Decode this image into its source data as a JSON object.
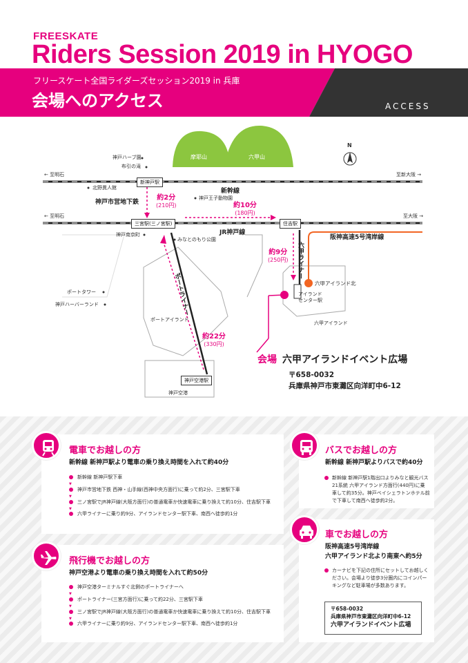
{
  "header": {
    "brand": "FREESKATE",
    "title": "Riders Session 2019 in HYOGO",
    "subtitle": "フリースケート全国ライダーズセッション2019 in 兵庫",
    "heading": "会場へのアクセス",
    "access_label": "ACCESS",
    "colors": {
      "accent": "#e6007e",
      "dark": "#333333"
    }
  },
  "map": {
    "mountains": [
      "摩耶山",
      "六甲山"
    ],
    "north": "N",
    "lines": {
      "to_akashi_1": "← 至明石",
      "to_shinosaka": "至新大阪 →",
      "to_akashi_2": "← 至明石",
      "to_osaka": "至大阪 →",
      "shinkansen": "新幹線",
      "subway": "神戸市営地下鉄",
      "jr": "JR神戸線",
      "portliner": "ポートライナー",
      "rokkoliner": "六甲ライナー",
      "expressway": "阪神高速5号湾岸線"
    },
    "stations": {
      "shinkobe": "新神戸駅",
      "sannomiya": "三宮駅(三ノ宮駅)",
      "sumiyoshi": "住吉駅",
      "airport": "神戸空港駅",
      "island_center": "アイランド\nセンター駅"
    },
    "landmarks": {
      "herb": "神戸ハーブ園",
      "nunobiki": "布引の滝",
      "kitano": "北野異人館",
      "zoo": "神戸王子動物園",
      "nankinmachi": "神戸南京町",
      "minatonomori": "みなとのもり公園",
      "tower": "ポートタワー",
      "harborland": "神戸ハーバーランド",
      "port_island": "ポートアイランド",
      "airport_area": "神戸空港",
      "rokko_island": "六甲アイランド",
      "rokko_north": "六甲アイランド北"
    },
    "times": {
      "subway": {
        "min": "約2分",
        "fare": "(210円)"
      },
      "jr": {
        "min": "約10分",
        "fare": "(180円)"
      },
      "rokko": {
        "min": "約9分",
        "fare": "(250円)"
      },
      "port": {
        "min": "約22分",
        "fare": "(330円)"
      }
    },
    "venue": {
      "label": "会場",
      "name": "六甲アイランドイベント広場",
      "postal": "〒658-0032",
      "address": "兵庫県神戸市東灘区向洋町中6-12"
    }
  },
  "train": {
    "title": "電車でお越しの方",
    "summary": "新幹線 新神戸駅より電車の乗り換え時間を入れて約40分",
    "steps": [
      "新幹線 新神戸駅下車",
      "神戸市営地下鉄 西神・山手線(西神中央方面行)に乗って約2分、三宮駅下車",
      "三ノ宮駅でJR神戸線(大阪方面行)の普通電車か快速電車に乗り換えて約10分、住吉駅下車",
      "六甲ライナーに乗り約9分、アイランドセンター駅下車、南西へ徒歩約1分"
    ]
  },
  "plane": {
    "title": "飛行機でお越しの方",
    "summary": "神戸空港より電車の乗り換え時間を入れて約50分",
    "steps": [
      "神戸空港ターミナルすぐ北側のポートライナーへ",
      "ポートライナー(三宮方面行)に乗って約22分、三宮駅下車",
      "三ノ宮駅でJR神戸線(大阪方面行)の普通電車か快速電車に乗り換えて約10分、住吉駅下車",
      "六甲ライナーに乗り約9分、アイランドセンター駅下車、南西へ徒歩約1分"
    ]
  },
  "bus": {
    "title": "バスでお越しの方",
    "summary": "新幹線 新神戸駅よりバスで約40分",
    "note": [
      "新幹線 新神戸駅1階出口よりみなと観光バス",
      "21系統 六甲アイランド方面行(440円)に乗",
      "車して約35分。神戸ベイシェラトンホテル前",
      "で下車して南西へ徒歩約2分。"
    ]
  },
  "car": {
    "title": "車でお越しの方",
    "summary": [
      "阪神高速5号湾岸線",
      "六甲アイランド北より南東へ約5分"
    ],
    "note": [
      "カーナビを下記の住所にセットしてお越しく",
      "ださい。会場より徒歩3分圏内にコインパー",
      "キングなど駐車場が多数あります。"
    ],
    "address": {
      "postal": "〒658-0032",
      "line": "兵庫県神戸市東灘区向洋町中6-12",
      "name": "六甲アイランドイベント広場"
    }
  }
}
